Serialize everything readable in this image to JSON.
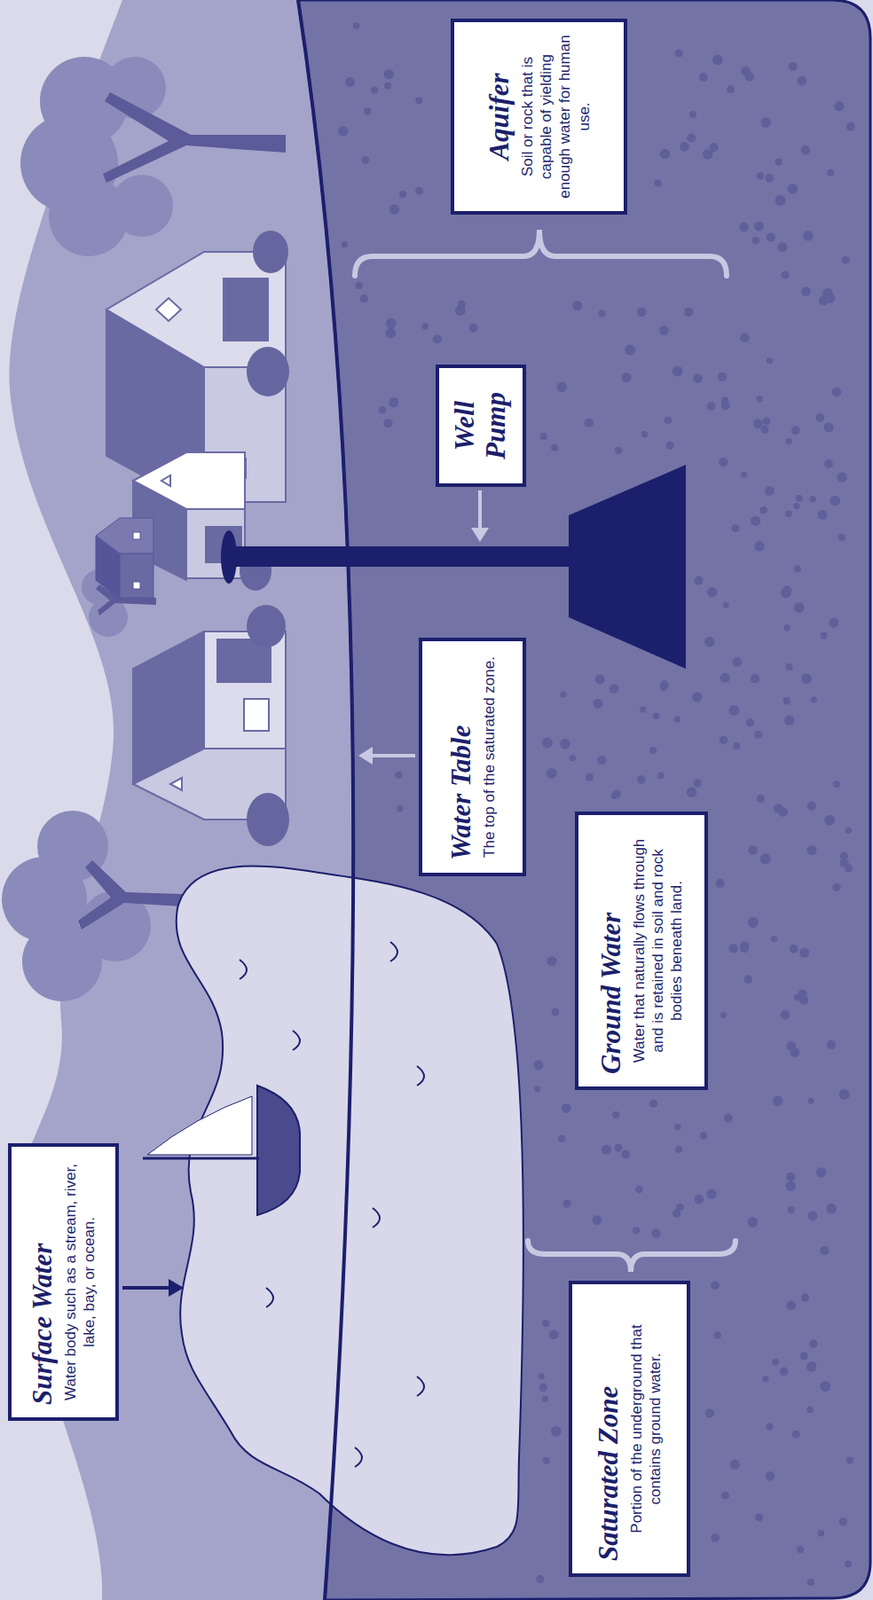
{
  "diagram": {
    "nodes": [
      {
        "text": [
          "Surface Water",
          "Water body such as a stream, river, lake, bay, or ocean."
        ]
      },
      {
        "text": [
          "Saturated Zone",
          "Portion of the underground that contains ground water."
        ]
      },
      {
        "text": [
          "Ground Water",
          "Water that naturally flows through and is retained in soil and rock bodies beneath land."
        ]
      },
      {
        "text": [
          "Water Table",
          "The top of the saturated zone."
        ]
      },
      {
        "text": [
          "Well Pump"
        ]
      },
      {
        "text": [
          "Aquifer",
          "Soil or rock that is capable of yielding enough water for human use."
        ]
      }
    ]
  }
}
